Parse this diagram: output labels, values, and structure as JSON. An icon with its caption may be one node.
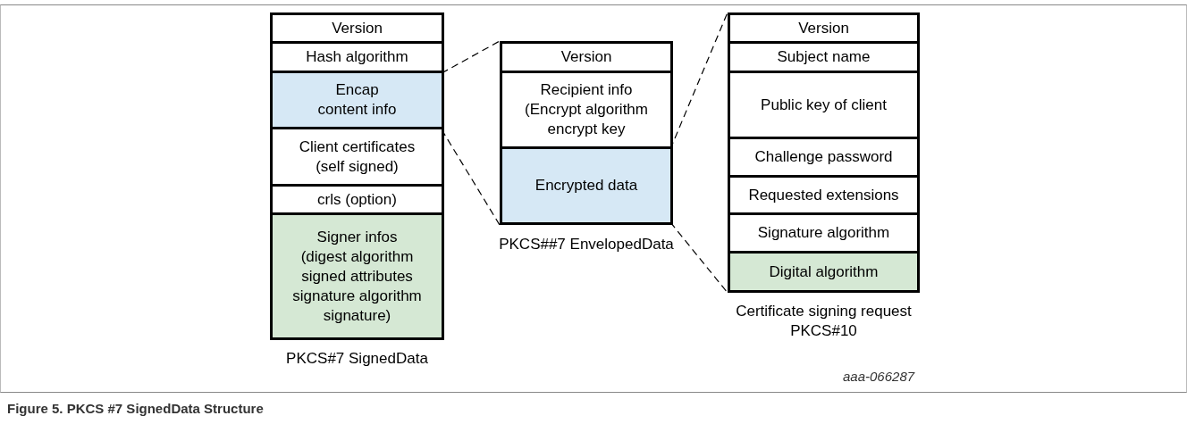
{
  "diagram": {
    "caption": "Figure 5. PKCS #7 SignedData Structure",
    "nodes": [
      {
        "text": [],
        "shape": "box",
        "beside": [
          "PKCS#7 SignedData"
        ]
      },
      {
        "text": [
          "Version"
        ],
        "in": 0
      },
      {
        "text": [
          "Hash algorithm"
        ],
        "in": 0
      },
      {
        "text": [
          "Encap content info"
        ],
        "in": 0
      },
      {
        "text": [
          "Client certificates (self signed)"
        ],
        "in": 0
      },
      {
        "text": [
          "crls (option)"
        ],
        "in": 0
      },
      {
        "text": [
          "Signer infos (digest algorithm signed attributes signature algorithm signature)"
        ],
        "in": 0
      },
      {
        "text": [],
        "shape": "box",
        "beside": [
          "PKCS##7 EnvelopedData"
        ]
      },
      {
        "text": [
          "Version"
        ],
        "in": 7
      },
      {
        "text": [
          "Recipient info (Encrypt algorithm encrypt key"
        ],
        "in": 7
      },
      {
        "text": [
          "Encrypted data"
        ],
        "in": 7
      },
      {
        "text": [],
        "shape": "box",
        "beside": [
          "Certificate signing request PKCS#10"
        ]
      },
      {
        "text": [
          "Version"
        ],
        "in": 11
      },
      {
        "text": [
          "Subject name"
        ],
        "in": 11
      },
      {
        "text": [
          "Public key of client"
        ],
        "in": 11
      },
      {
        "text": [
          "Challenge password"
        ],
        "in": 11
      },
      {
        "text": [
          "Requested extensions"
        ],
        "in": 11
      },
      {
        "text": [
          "Signature algorithm"
        ],
        "in": 11
      },
      {
        "text": [
          "Digital algorithm"
        ],
        "in": 11
      }
    ],
    "edges": [
      {
        "from": 3,
        "to": 7,
        "arrow": "none",
        "style": "dashed"
      },
      {
        "from": 3,
        "to": 7,
        "arrow": "none",
        "style": "dashed"
      },
      {
        "from": 10,
        "to": 11,
        "arrow": "none",
        "style": "dashed"
      },
      {
        "from": 10,
        "to": 11,
        "arrow": "none",
        "style": "dashed"
      }
    ],
    "labels": [
      "aaa-066287"
    ]
  }
}
